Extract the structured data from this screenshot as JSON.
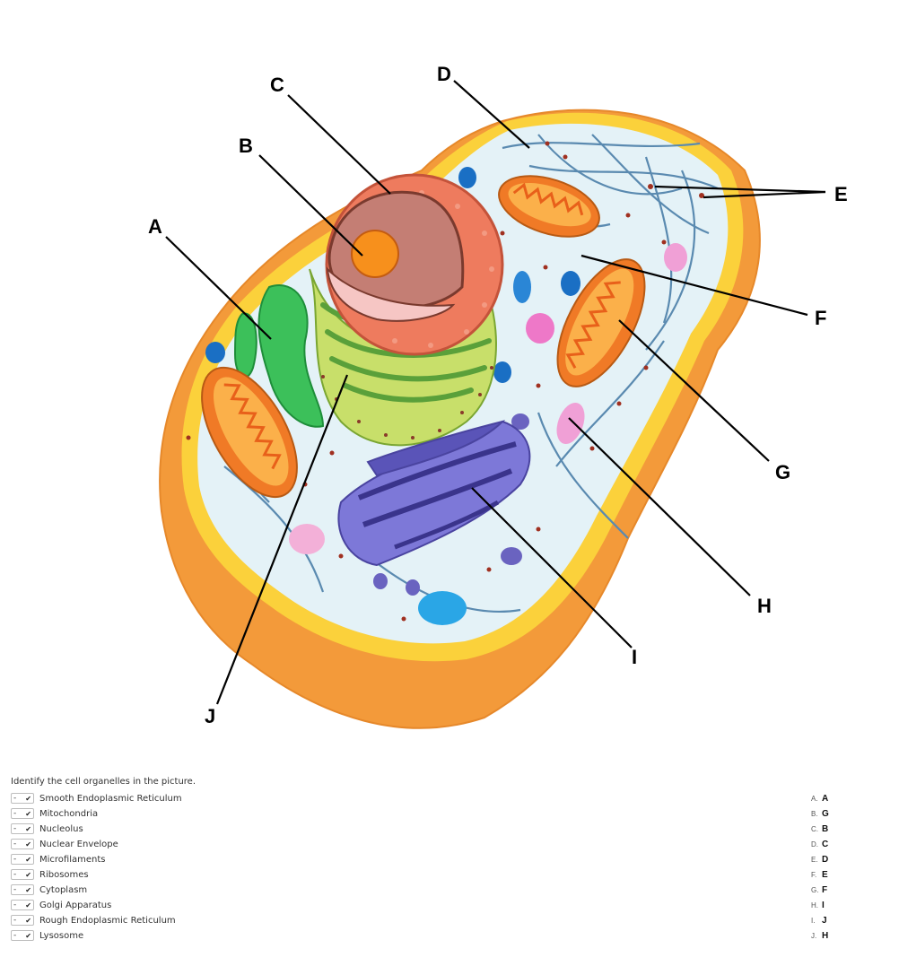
{
  "diagram": {
    "labels": [
      "A",
      "B",
      "C",
      "D",
      "E",
      "F",
      "G",
      "H",
      "I",
      "J"
    ]
  },
  "quiz": {
    "prompt": "Identify the cell organelles in the picture.",
    "select_default": "-",
    "items": [
      {
        "term": "Smooth Endoplasmic Reticulum"
      },
      {
        "term": "Mitochondria"
      },
      {
        "term": "Nucleolus"
      },
      {
        "term": "Nuclear Envelope"
      },
      {
        "term": "Microfilaments"
      },
      {
        "term": "Ribosomes"
      },
      {
        "term": "Cytoplasm"
      },
      {
        "term": "Golgi Apparatus"
      },
      {
        "term": "Rough Endoplasmic Reticulum"
      },
      {
        "term": "Lysosome"
      }
    ],
    "answers": [
      {
        "key": "A.",
        "value": "A"
      },
      {
        "key": "B.",
        "value": "G"
      },
      {
        "key": "C.",
        "value": "B"
      },
      {
        "key": "D.",
        "value": "C"
      },
      {
        "key": "E.",
        "value": "D"
      },
      {
        "key": "F.",
        "value": "E"
      },
      {
        "key": "G.",
        "value": "F"
      },
      {
        "key": "H.",
        "value": "I"
      },
      {
        "key": "I.",
        "value": "J"
      },
      {
        "key": "J.",
        "value": "H"
      }
    ]
  }
}
